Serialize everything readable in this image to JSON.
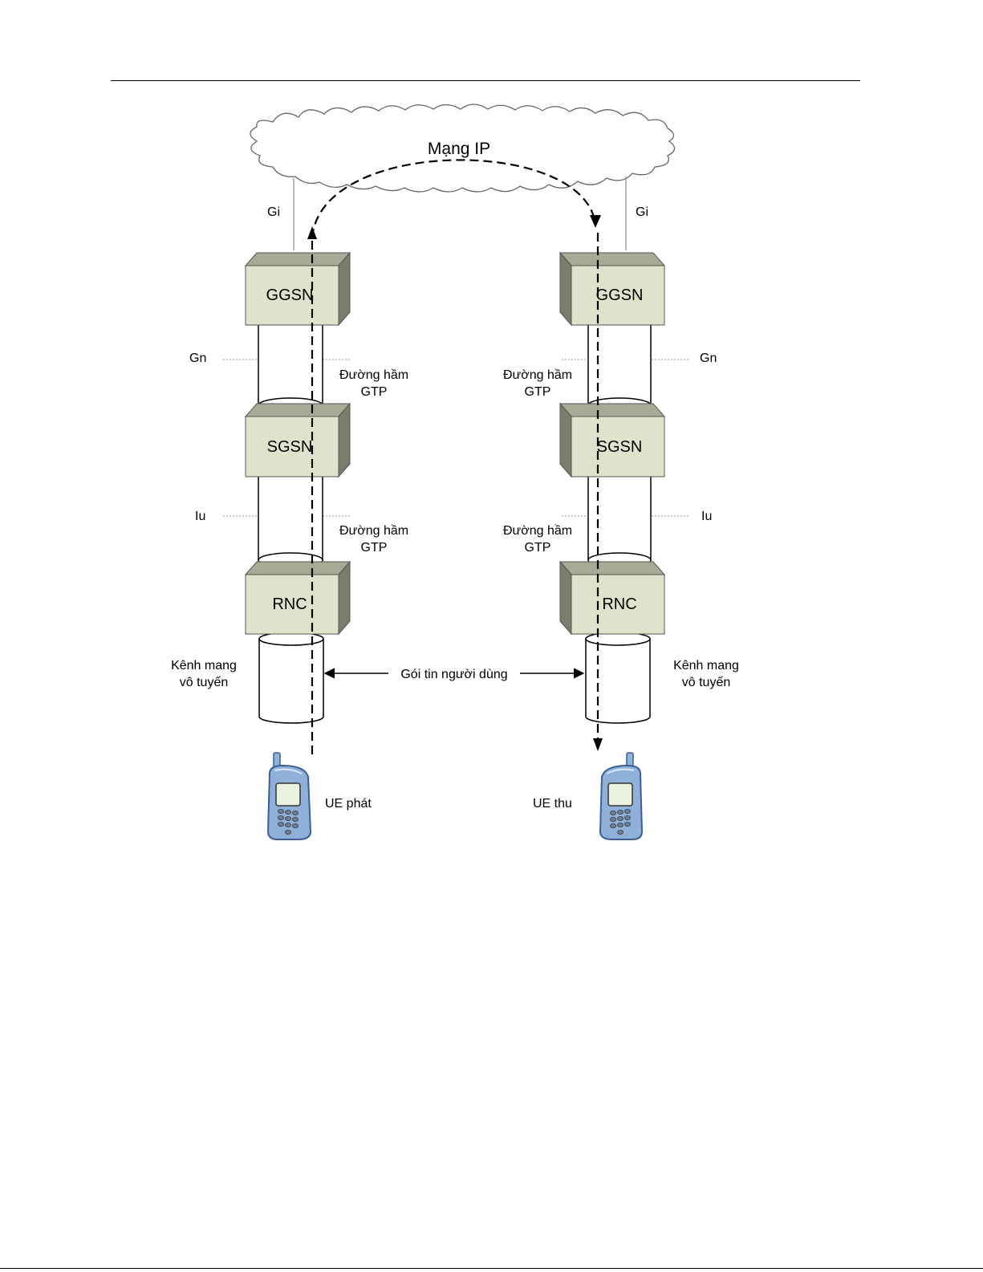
{
  "diagram": {
    "cloud_label": "Mạng IP",
    "interfaces": {
      "gi_left": "Gi",
      "gi_right": "Gi",
      "gn_left": "Gn",
      "gn_right": "Gn",
      "iu_left": "Iu",
      "iu_right": "Iu"
    },
    "left_stack": {
      "ggsn": "GGSN",
      "sgsn": "SGSN",
      "rnc": "RNC",
      "tunnel_upper": [
        "Đường hầm",
        "GTP"
      ],
      "tunnel_lower": [
        "Đường hầm",
        "GTP"
      ],
      "radio_channel": [
        "Kênh mang",
        "vô tuyến"
      ],
      "ue": "UE phát"
    },
    "right_stack": {
      "ggsn": "GGSN",
      "sgsn": "SGSN",
      "rnc": "RNC",
      "tunnel_upper": [
        "Đường hầm",
        "GTP"
      ],
      "tunnel_lower": [
        "Đường hầm",
        "GTP"
      ],
      "radio_channel": [
        "Kênh mang",
        "vô tuyến"
      ],
      "ue": "UE thu"
    },
    "user_packet_label": "Gói tin người dùng",
    "colors": {
      "box_face": "#dfe3cc",
      "box_top": "#a9aa96",
      "box_side": "#7b7d6c",
      "phone_body": "#8fb0d8",
      "phone_edge": "#3d5f93"
    }
  }
}
